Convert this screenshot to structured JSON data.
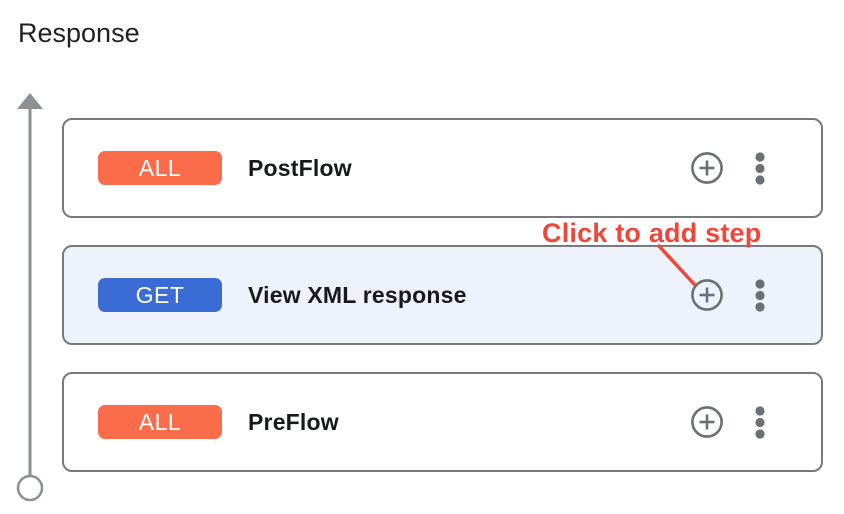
{
  "page": {
    "title": "Response"
  },
  "annotation": {
    "label": "Click to add step"
  },
  "flows": [
    {
      "method": "ALL",
      "name": "PostFlow",
      "selected": false
    },
    {
      "method": "GET",
      "name": "View XML response",
      "selected": true
    },
    {
      "method": "ALL",
      "name": "PreFlow",
      "selected": false
    }
  ],
  "colors": {
    "all_method_badge": "#fa6c4a",
    "get_method_badge": "#3b6cd5",
    "selected_card_background": "#edf2fb",
    "card_border": "#76797e",
    "annotation_red": "#f0463a",
    "icon_gray": "#6c7074",
    "timeline_gray": "#8d9093"
  }
}
